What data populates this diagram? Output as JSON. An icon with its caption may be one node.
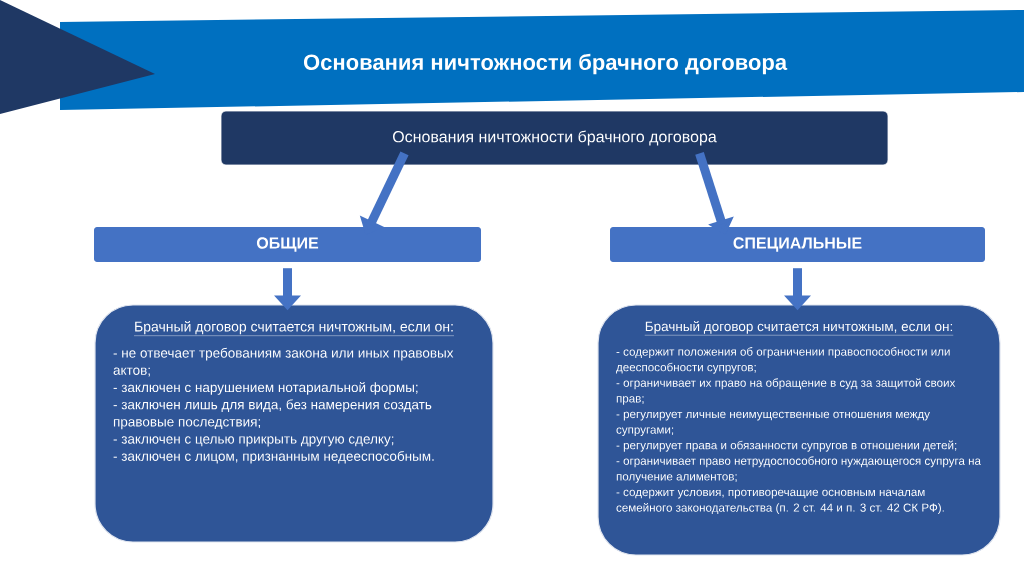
{
  "diagram": {
    "title": "Основания ничтожности брачного договора",
    "nodes": [
      {
        "text": [
          "Основания ничтожности брачного договора"
        ]
      },
      {
        "text": [
          "ОБЩИЕ"
        ]
      },
      {
        "text": [
          "СПЕЦИАЛЬНЫЕ"
        ]
      },
      {
        "text": [
          "Брачный договор считается ничтожным, если он:",
          "- не отвечает требованиям закона или иных правовых актов;",
          "- заключен с нарушением нотариальной формы;",
          "- заключен лишь для вида, без намерения создать правовые последствия;",
          "- заключен с целью прикрыть другую сделку;",
          "- заключен с лицом, признанным недееспособным."
        ]
      },
      {
        "text": [
          "Брачный договор считается ничтожным, если он:",
          "- содержит положения об ограничении правоспособности или дееспособности супругов;",
          "- ограничивает их право на обращение в суд за защитой своих прав;",
          "- регулирует личные неимущественные отношения между супругами;",
          "- регулирует права и обязанности супругов в отношении детей;",
          "- ограничивает право нетрудоспособного нуждающегося супруга на получение алиментов;",
          "- содержит условия, противоречащие основным началам семейного законодательства (п. 2 ст. 44 и п. 3 ст. 42 СК РФ)."
        ]
      }
    ],
    "edges": [
      {
        "from": 0,
        "to": 1,
        "arrow": "to"
      },
      {
        "from": 0,
        "to": 2,
        "arrow": "to"
      },
      {
        "from": 1,
        "to": 3,
        "arrow": "to"
      },
      {
        "from": 2,
        "to": 4,
        "arrow": "to"
      }
    ]
  }
}
